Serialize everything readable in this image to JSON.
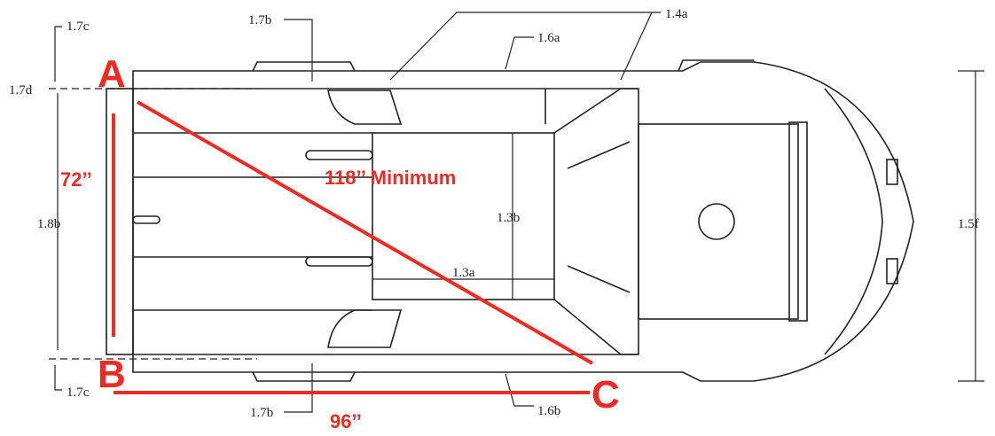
{
  "colors": {
    "accent_red": "#ee2b23",
    "line": "#222222",
    "background": "#ffffff"
  },
  "labels": {
    "l_17c_top": "1.7c",
    "l_17b_top": "1.7b",
    "l_14a": "1.4a",
    "l_16a": "1.6a",
    "l_17d": "1.7d",
    "l_18b": "1.8b",
    "l_13b": "1.3b",
    "l_13a": "1.3a",
    "l_15f": "1.5f",
    "l_17c_bot": "1.7c",
    "l_17b_bot": "1.7b",
    "l_16b": "1.6b"
  },
  "annotations": {
    "point_a": "A",
    "point_b": "B",
    "point_c": "C",
    "width_72": "72’’",
    "diag_118": "118’’ Minimum",
    "length_96": "96’’"
  }
}
